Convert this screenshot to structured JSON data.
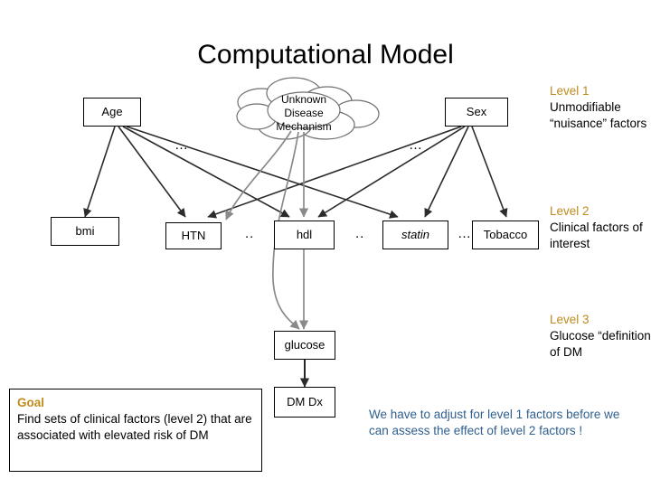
{
  "title": "Computational Model",
  "nodes": {
    "age": "Age",
    "sex": "Sex",
    "bmi": "bmi",
    "htn": "HTN",
    "hdl": "hdl",
    "statin": "statin",
    "tobacco": "Tobacco",
    "glucose": "glucose",
    "dmdx": "DM Dx"
  },
  "cloud": {
    "line1": "Unknown",
    "line2": "Disease",
    "line3": "Mechanism"
  },
  "ellipses": {
    "e1": "…",
    "e2": "…",
    "e3": "..",
    "e4": "..",
    "e5": "…"
  },
  "levels": [
    {
      "title": "Level 1",
      "body": "Unmodifiable “nuisance” factors"
    },
    {
      "title": "Level 2",
      "body": "Clinical factors of interest"
    },
    {
      "title": "Level 3",
      "body": "Glucose “definition” of DM"
    }
  ],
  "goal": {
    "title": "Goal",
    "body": "Find sets of clinical factors (level 2) that are associated with elevated risk of DM"
  },
  "note": "We have to adjust for level 1 factors before we can assess the effect of level 2 factors !",
  "colors": {
    "level_title": "#c08a1e",
    "note": "#2f5f8f",
    "edge_dark": "#2b2b2b",
    "edge_gray": "#8a8a8a",
    "node_border": "#000000"
  }
}
